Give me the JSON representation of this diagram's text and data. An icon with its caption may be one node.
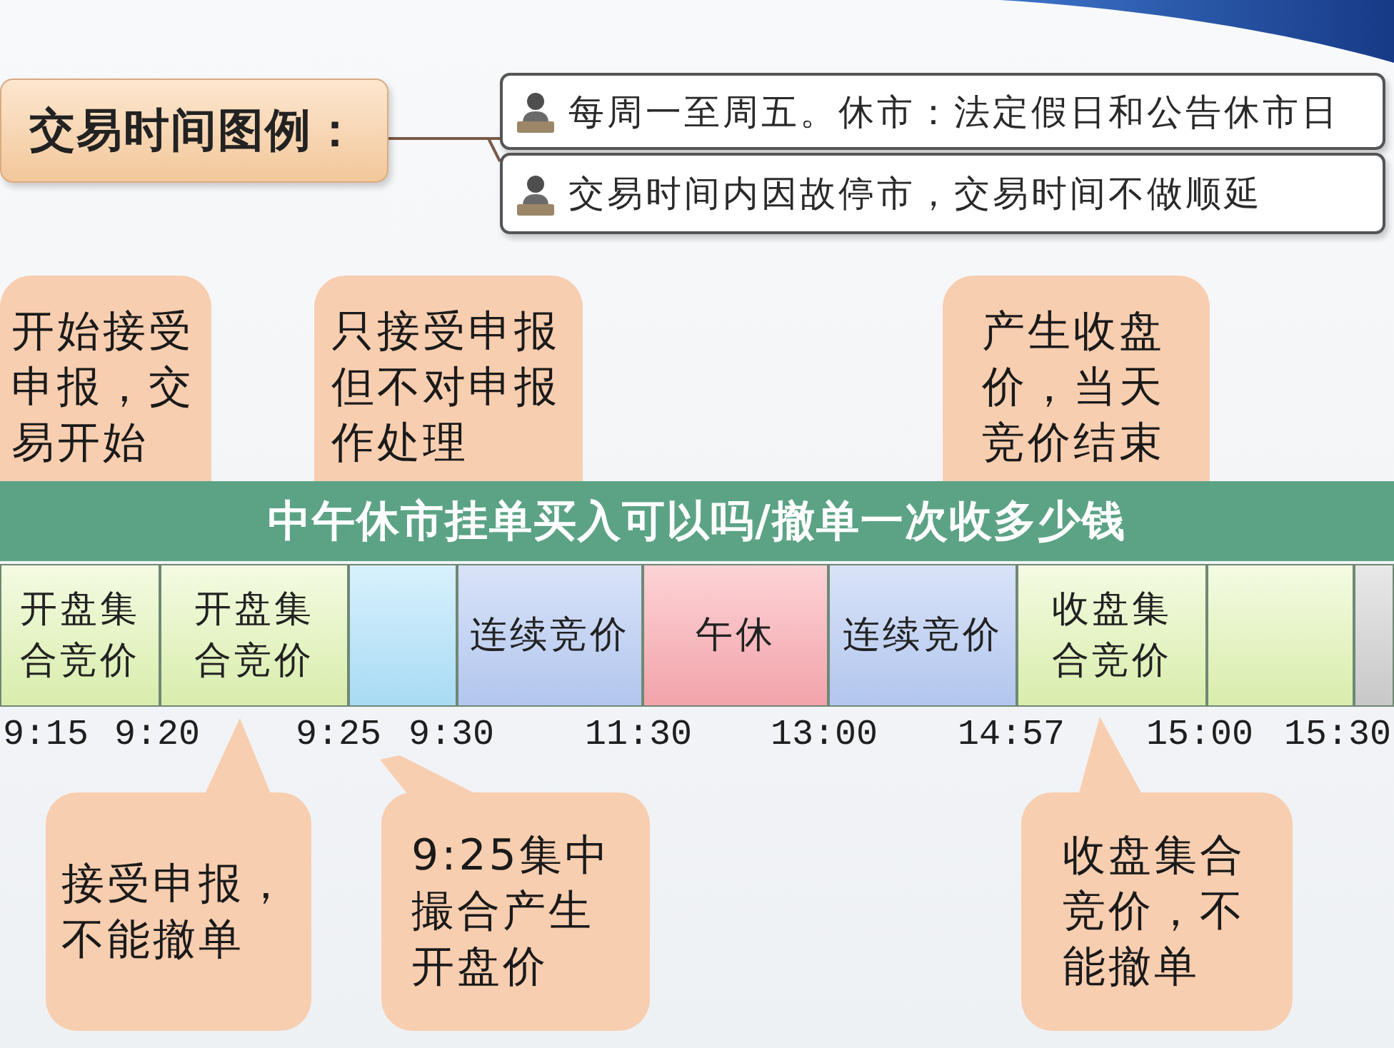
{
  "diagram": {
    "title": "中午休市挂单买入可以吗/撤单一次收多少钱",
    "nodes": [
      {
        "text": [
          "交易时间图例："
        ]
      },
      {
        "text": [
          "每周一至周五。休市：法定假日和公告休市日"
        ]
      },
      {
        "text": [
          "交易时间内因故停市，交易时间不做顺延"
        ]
      },
      {
        "text": [
          "开始接受申报，交易开始"
        ]
      },
      {
        "text": [
          "只接受申报但不对申报作处理"
        ]
      },
      {
        "text": [
          "产生收盘价，当天竞价结束"
        ]
      },
      {
        "text": [
          "开盘集合竞价"
        ]
      },
      {
        "text": [
          "开盘集合竞价"
        ]
      },
      {
        "text": [],
        "shape": "box"
      },
      {
        "text": [
          "连续竞价"
        ]
      },
      {
        "text": [
          "午休"
        ]
      },
      {
        "text": [
          "连续竞价"
        ]
      },
      {
        "text": [
          "收盘集合竞价"
        ]
      },
      {
        "text": [],
        "shape": "box"
      },
      {
        "text": [],
        "shape": "box"
      },
      {
        "text": [
          "接受申报，不能撤单"
        ]
      },
      {
        "text": [
          "9:25集中撮合产生开盘价"
        ]
      },
      {
        "text": [
          "收盘集合竞价，不能撤单"
        ]
      }
    ],
    "edges": [
      {
        "from": 0,
        "to": 1,
        "arrow": "none"
      },
      {
        "from": 0,
        "to": 2,
        "arrow": "none"
      }
    ],
    "labels": [
      "9:15",
      "9:20",
      "9:25",
      "9:30",
      "11:30",
      "13:00",
      "14:57",
      "15:00",
      "15:30"
    ]
  }
}
